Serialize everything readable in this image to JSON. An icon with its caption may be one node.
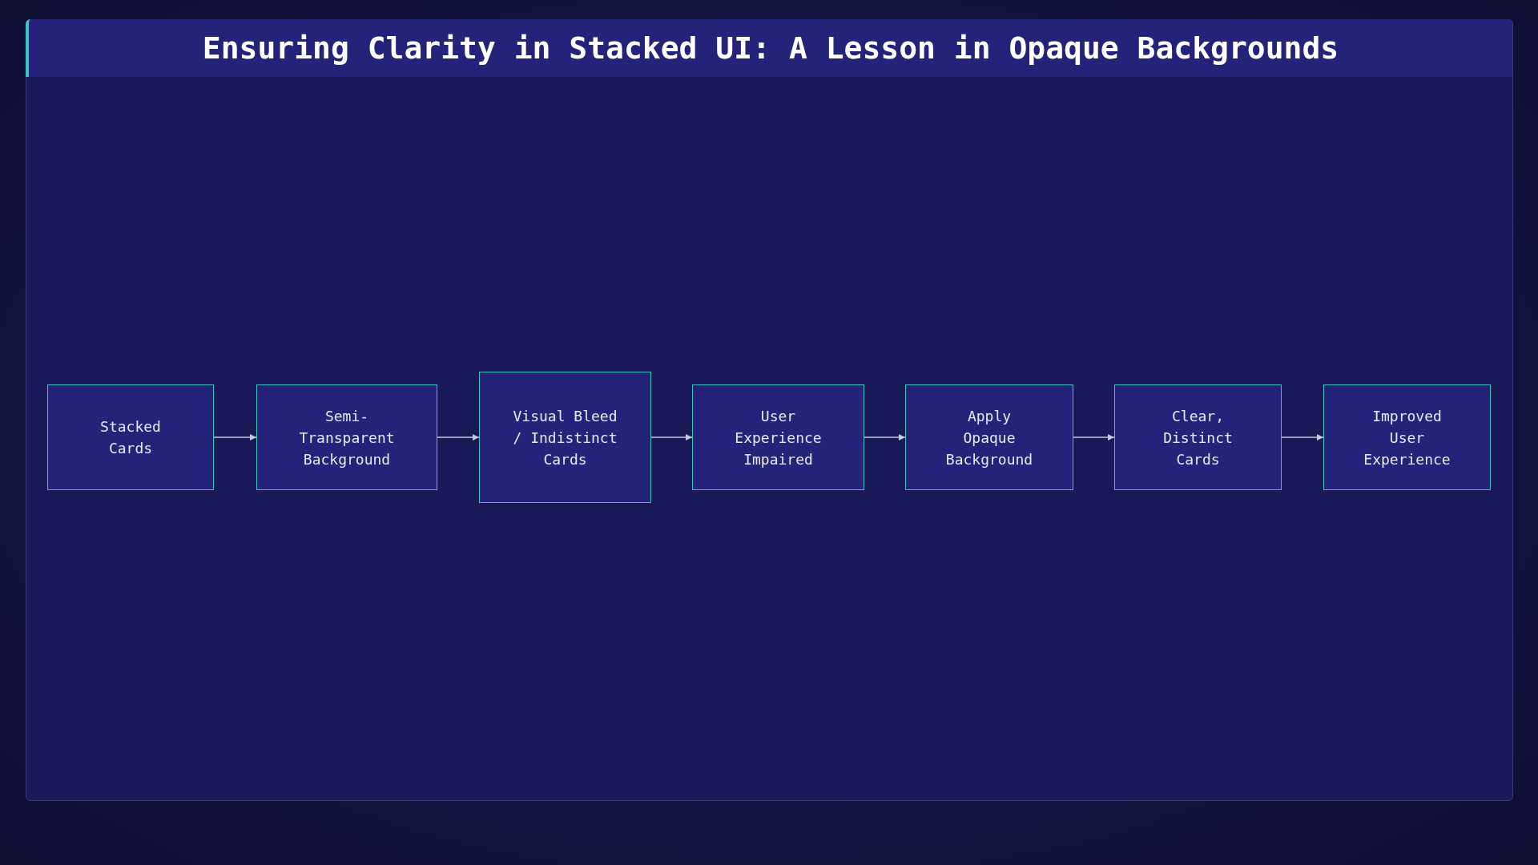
{
  "diagram": {
    "title": "Ensuring Clarity in Stacked UI: A Lesson in Opaque Backgrounds",
    "nodes": [
      {
        "text": [
          "Stacked Cards"
        ]
      },
      {
        "text": [
          "Semi-Transparent Background"
        ]
      },
      {
        "text": [
          "Visual Bleed / Indistinct Cards"
        ]
      },
      {
        "text": [
          "User Experience Impaired"
        ]
      },
      {
        "text": [
          "Apply Opaque Background"
        ]
      },
      {
        "text": [
          "Clear, Distinct Cards"
        ]
      },
      {
        "text": [
          "Improved User Experience"
        ]
      }
    ],
    "edges": [
      {
        "from": 0,
        "to": 1,
        "arrow": "to"
      },
      {
        "from": 1,
        "to": 2,
        "arrow": "to"
      },
      {
        "from": 2,
        "to": 3,
        "arrow": "to"
      },
      {
        "from": 3,
        "to": 4,
        "arrow": "to"
      },
      {
        "from": 4,
        "to": 5,
        "arrow": "to"
      },
      {
        "from": 5,
        "to": 6,
        "arrow": "to"
      }
    ]
  }
}
